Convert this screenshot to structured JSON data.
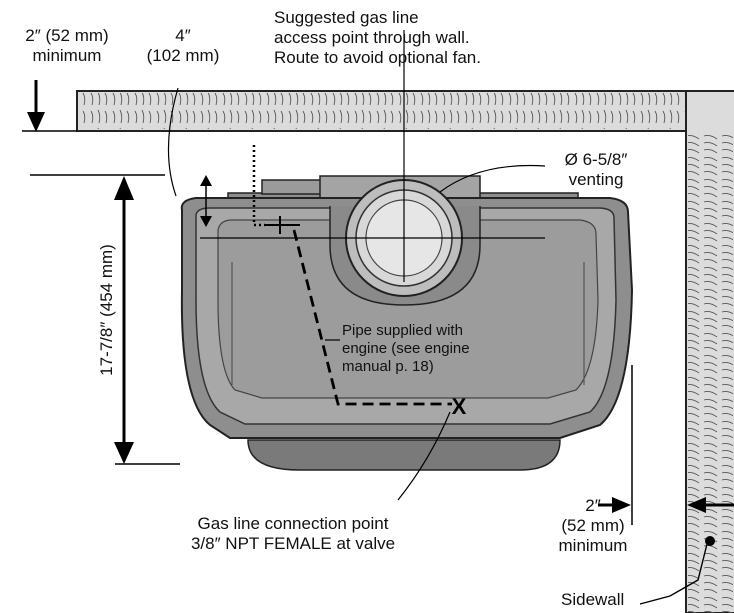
{
  "labels": {
    "top_clearance_line1": "2″ (52 mm)",
    "top_clearance_line2": "minimum",
    "offset_line1": "4″",
    "offset_line2": "(102 mm)",
    "gas_access_line1": "Suggested gas line",
    "gas_access_line2": "access point through wall.",
    "gas_access_line3": "Route to avoid optional fan.",
    "venting_line1": "Ø 6-5/8″",
    "venting_line2": "venting",
    "depth_dimension": "17-7/8″ (454 mm)",
    "pipe_line1": "Pipe supplied with",
    "pipe_line2": "engine (see engine",
    "pipe_line3": "manual p. 18)",
    "connection_line1": "Gas line connection point",
    "connection_line2": "3/8″ NPT FEMALE at valve",
    "side_clearance_line1": "2″",
    "side_clearance_line2": "(52 mm)",
    "side_clearance_line3": "minimum",
    "sidewall": "Sidewall",
    "connection_mark": "X"
  },
  "colors": {
    "wall_fill": "#dcdcdc",
    "unit_outer": "#8e8e8e",
    "unit_inner": "#a8a8a8",
    "unit_body": "#9c9c9c",
    "line": "#000000"
  }
}
